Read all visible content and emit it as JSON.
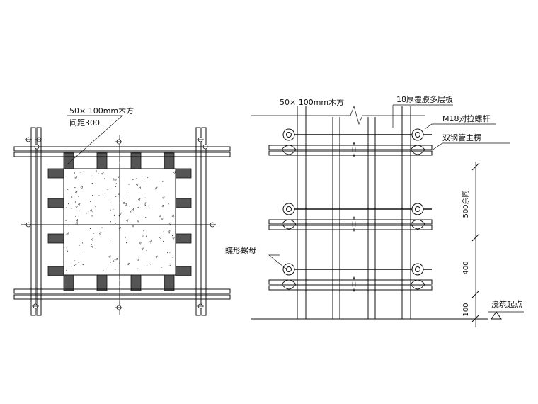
{
  "plan": {
    "timber_label": "50× 100mm木方",
    "spacing_label": "间距300"
  },
  "elevation": {
    "timber_label": "50× 100mm木方",
    "board_label": "18厚覆膜多层板",
    "bolt_label": "M18对拉螺杆",
    "pipe_label": "双钢管主楞",
    "nut_label": "蝶形螺母",
    "dims": [
      "500余同",
      "400",
      "100"
    ],
    "start_label": "浇筑起点"
  },
  "colors": {
    "line": "#111111",
    "timber_fill": "#555555"
  }
}
